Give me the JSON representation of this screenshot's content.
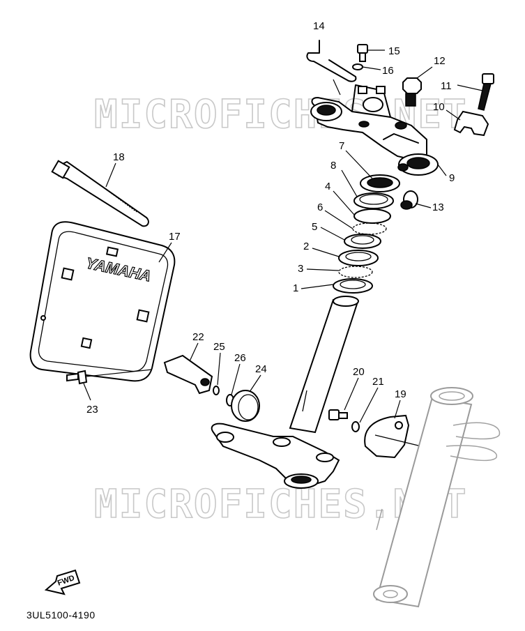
{
  "watermark": "MICROFICHES.NET",
  "doc_code": "3UL5100-4190",
  "plate_logo": "YAMAHA",
  "fwd_label": "FWD",
  "callouts": {
    "c1": "1",
    "c2": "2",
    "c3": "3",
    "c4": "4",
    "c5": "5",
    "c6": "6",
    "c7": "7",
    "c8": "8",
    "c9": "9",
    "c10": "10",
    "c11": "11",
    "c12": "12",
    "c13": "13",
    "c14": "14",
    "c15": "15",
    "c16": "16",
    "c17": "17",
    "c18": "18",
    "c19": "19",
    "c20": "20",
    "c21": "21",
    "c22": "22",
    "c23": "23",
    "c24": "24",
    "c25": "25",
    "c26": "26"
  }
}
